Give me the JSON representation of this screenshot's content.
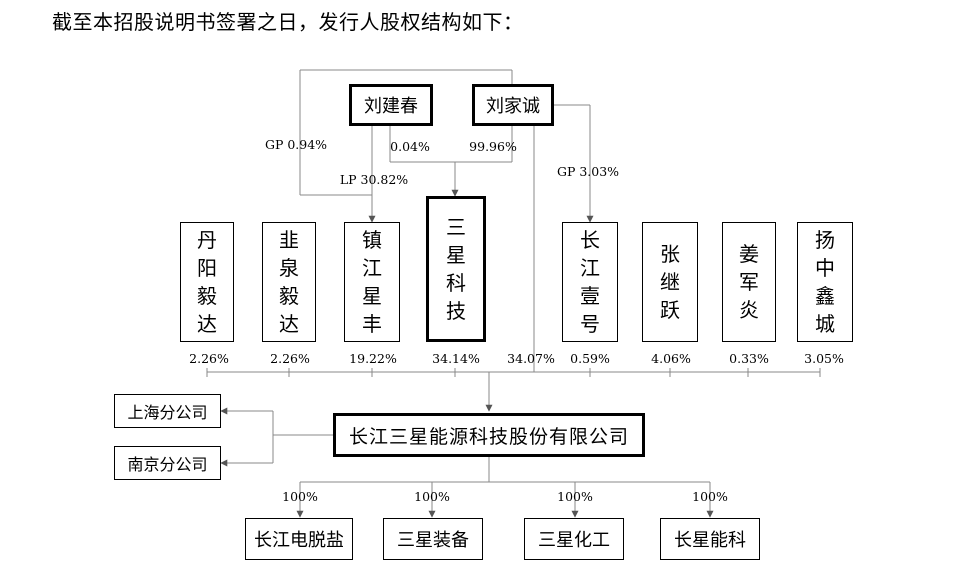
{
  "title": "截至本招股说明书签署之日，发行人股权结构如下：",
  "controllers": {
    "liu_jianchun": "刘建春",
    "liu_jiacheng": "刘家诚"
  },
  "edge_labels": {
    "gp_094": "GP 0.94%",
    "lp_3082": "LP 30.82%",
    "pct_004": "0.04%",
    "pct_9996": "99.96%",
    "gp_303": "GP 3.03%"
  },
  "shareholders": [
    {
      "name": "丹阳毅达",
      "pct": "2.26%"
    },
    {
      "name": "韭泉毅达",
      "pct": "2.26%"
    },
    {
      "name": "镇江星丰",
      "pct": "19.22%"
    },
    {
      "name": "三星科技",
      "pct": "34.14%"
    },
    {
      "name": "",
      "pct": "34.07%"
    },
    {
      "name": "长江壹号",
      "pct": "0.59%"
    },
    {
      "name": "张继跃",
      "pct": "4.06%"
    },
    {
      "name": "姜军炎",
      "pct": "0.33%"
    },
    {
      "name": "扬中鑫城",
      "pct": "3.05%"
    }
  ],
  "company": "长江三星能源科技股份有限公司",
  "branches": [
    "上海分公司",
    "南京分公司"
  ],
  "subsidiaries": [
    {
      "name": "长江电脱盐",
      "pct": "100%"
    },
    {
      "name": "三星装备",
      "pct": "100%"
    },
    {
      "name": "三星化工",
      "pct": "100%"
    },
    {
      "name": "长星能科",
      "pct": "100%"
    }
  ]
}
